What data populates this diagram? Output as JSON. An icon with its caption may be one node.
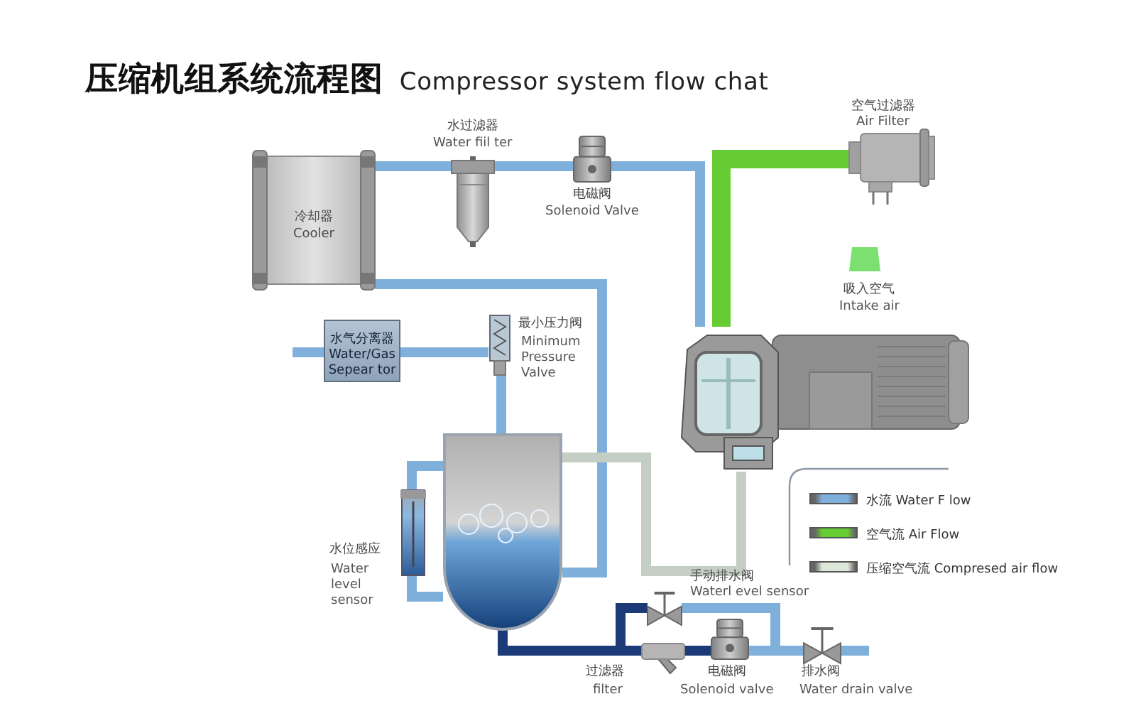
{
  "diagram": {
    "title": "**压缩机组系统流程图** Compressor system flow chat",
    "nodes": [
      {
        "text": [
          "冷却器",
          "Cooler"
        ]
      },
      {
        "text": [],
        "shape": "picture",
        "beside": [
          "水过滤器",
          "Water fiil ter"
        ]
      },
      {
        "text": [],
        "shape": "picture",
        "beside": [
          "电磁阀",
          "Solenoid Valve"
        ]
      },
      {
        "text": [],
        "shape": "picture",
        "beside": [
          "空气过滤器",
          "Air Filter"
        ]
      },
      {
        "text": [],
        "shape": "trapezoid",
        "beside": [
          "吸入空气",
          "Intake air"
        ]
      },
      {
        "text": [],
        "shape": "picture"
      },
      {
        "text": [
          "水气分离器",
          "Water/Gas Sepear tor"
        ]
      },
      {
        "text": [],
        "shape": "picture",
        "beside": [
          "最小压力阀",
          "Minimum Pressure Valve"
        ]
      },
      {
        "text": [],
        "shape": "picture"
      },
      {
        "text": [],
        "shape": "picture",
        "beside": [
          "水位感应",
          "Water level sensor"
        ]
      },
      {
        "text": [],
        "shape": "picture",
        "beside": [
          "手动排水阀",
          "Waterl evel sensor"
        ]
      },
      {
        "text": [],
        "shape": "picture",
        "beside": [
          "过滤器",
          "filter"
        ]
      },
      {
        "text": [],
        "shape": "picture",
        "beside": [
          "电磁阀",
          "Solenoid valve"
        ]
      },
      {
        "text": [],
        "shape": "picture",
        "beside": [
          "排水阀",
          "Water drain valve"
        ]
      }
    ],
    "edges": [
      {
        "from": 0,
        "to": 1,
        "arrow": "none"
      },
      {
        "from": 1,
        "to": 2,
        "arrow": "none"
      },
      {
        "from": 2,
        "to": 5,
        "arrow": "none"
      },
      {
        "from": 8,
        "to": 0,
        "arrow": "none"
      },
      {
        "from": 3,
        "to": 5,
        "arrow": "none",
        "style": "thick",
        "color": "#66cc33"
      },
      {
        "from": null,
        "to": 6,
        "arrow": "none"
      },
      {
        "from": 6,
        "to": 7,
        "arrow": "none"
      },
      {
        "from": 7,
        "to": 8,
        "arrow": "none"
      },
      {
        "from": 5,
        "to": 8,
        "arrow": "none",
        "color": "#c4cec4"
      },
      {
        "from": 8,
        "to": 9,
        "arrow": "none"
      },
      {
        "from": 9,
        "to": 8,
        "arrow": "none"
      },
      {
        "from": 8,
        "to": 11,
        "arrow": "none",
        "color": "#1d3a78"
      },
      {
        "from": 8,
        "to": 10,
        "arrow": "none",
        "color": "#1d3a78"
      },
      {
        "from": 10,
        "to": 13,
        "arrow": "none"
      },
      {
        "from": 11,
        "to": 12,
        "arrow": "none",
        "color": "#1d3a78"
      },
      {
        "from": 12,
        "to": 13,
        "arrow": "none"
      },
      {
        "from": 13,
        "to": null,
        "arrow": "none"
      }
    ],
    "legend": [
      {
        "text": "水流 Water F low",
        "color": "#7fb0dc"
      },
      {
        "text": "空气流 Air Flow",
        "color": "#66cc33"
      },
      {
        "text": "压缩空气流 Compresed air flow",
        "color": "#dde8d8"
      }
    ]
  }
}
